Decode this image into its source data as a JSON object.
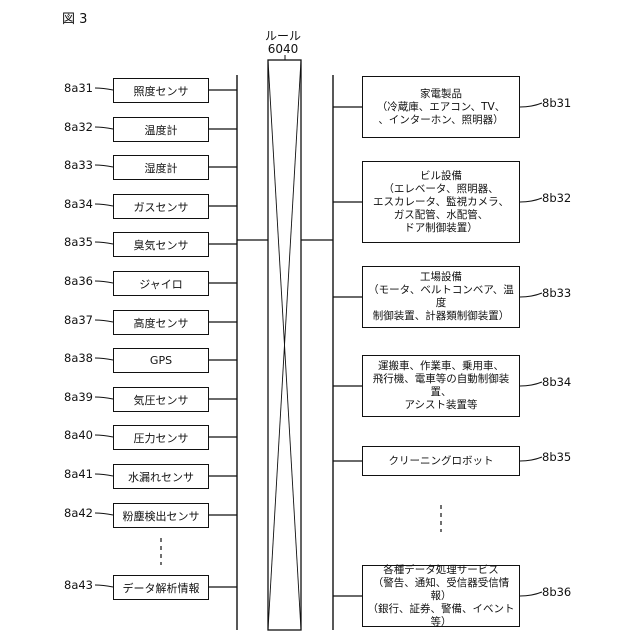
{
  "figure": {
    "title": "図 3"
  },
  "rule": {
    "title": "ルール",
    "ref": "6040"
  },
  "sensors": [
    {
      "ref": "8a31",
      "name": "照度センサ"
    },
    {
      "ref": "8a32",
      "name": "温度計"
    },
    {
      "ref": "8a33",
      "name": "湿度計"
    },
    {
      "ref": "8a34",
      "name": "ガスセンサ"
    },
    {
      "ref": "8a35",
      "name": "臭気センサ"
    },
    {
      "ref": "8a36",
      "name": "ジャイロ"
    },
    {
      "ref": "8a37",
      "name": "高度センサ"
    },
    {
      "ref": "8a38",
      "name": "GPS"
    },
    {
      "ref": "8a39",
      "name": "気圧センサ"
    },
    {
      "ref": "8a40",
      "name": "圧力センサ"
    },
    {
      "ref": "8a41",
      "name": "水漏れセンサ"
    },
    {
      "ref": "8a42",
      "name": "粉塵検出センサ"
    },
    {
      "ref": "8a43",
      "name": "データ解析情報"
    }
  ],
  "targets": [
    {
      "ref": "8b31",
      "name": "家電製品\n（冷蔵庫、エアコン、TV、\n、インターホン、照明器）"
    },
    {
      "ref": "8b32",
      "name": "ビル設備\n（エレベータ、照明器、\nエスカレータ、監視カメラ、\nガス配管、水配管、\nドア制御装置）"
    },
    {
      "ref": "8b33",
      "name": "工場設備\n（モータ、ベルトコンベア、温度\n制御装置、計器類制御装置）"
    },
    {
      "ref": "8b34",
      "name": "運搬車、作業車、乗用車、\n飛行機、電車等の自動制御装置、\nアシスト装置等"
    },
    {
      "ref": "8b35",
      "name": "クリーニングロボット"
    },
    {
      "ref": "8b36",
      "name": "各種データ処理サービス\n（警告、通知、受信器受信情報）\n（銀行、証券、警備、イベント等）"
    }
  ]
}
